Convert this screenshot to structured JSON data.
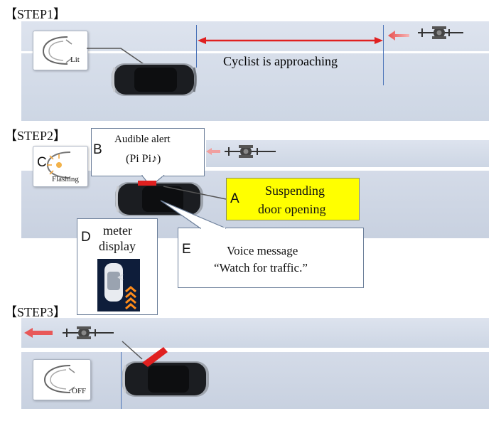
{
  "step1": {
    "label": "【STEP1】",
    "mirror_status": "Lit",
    "caption": "Cyclist is approaching"
  },
  "step2": {
    "label": "【STEP2】",
    "mirror_status": "Flashing",
    "callout_a": {
      "letter": "A",
      "line1": "Suspending",
      "line2": "door opening",
      "color": "#ffff00"
    },
    "callout_b": {
      "letter": "B",
      "line1": "Audible  alert",
      "line2": "(Pi Pi♪)"
    },
    "callout_c": {
      "letter": "C"
    },
    "callout_d": {
      "letter": "D",
      "line1": "meter",
      "line2": "display"
    },
    "callout_e": {
      "letter": "E",
      "line1": "Voice message",
      "line2": "“Watch for traffic.”"
    }
  },
  "step3": {
    "label": "【STEP3】",
    "mirror_status": "OFF"
  },
  "colors": {
    "arrow_red": "#e02020",
    "door_red": "#e02020",
    "chevron_orange": "#ff8c1a",
    "guide_blue": "#4a73b8"
  }
}
